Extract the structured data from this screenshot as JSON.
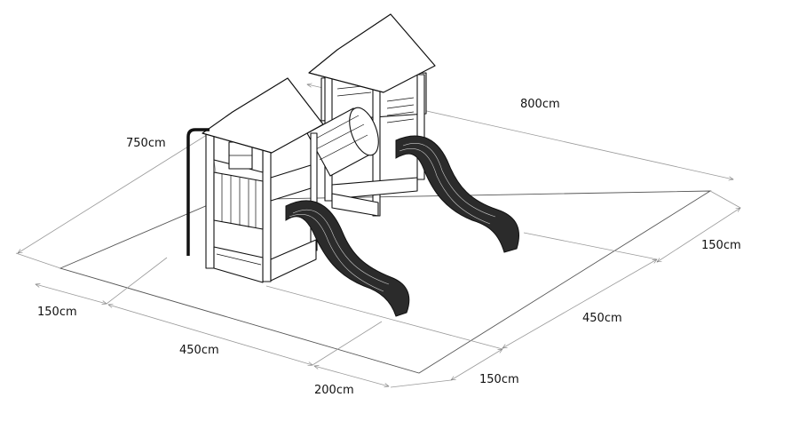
{
  "dimensions": {
    "height": "750cm",
    "length": "800cm",
    "right_outer_depth": "150cm",
    "right_mid_depth": "450cm",
    "right_front_depth": "150cm",
    "left_outer": "150cm",
    "left_mid": "450cm",
    "front_width": "200cm"
  },
  "colors": {
    "line": "#111111",
    "dimension_line": "#9a9a9a",
    "slide": "#2b2b2b"
  }
}
